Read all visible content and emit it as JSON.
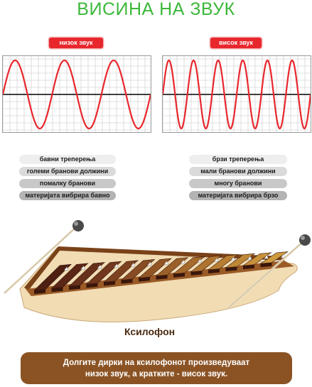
{
  "title": "ВИСИНА НА ЗВУК",
  "low": {
    "label": "низок звук",
    "cycles": 3,
    "properties": [
      "бавни треперења",
      "големи бранови должини",
      "помалку бранови",
      "материјата вибрира бавно"
    ]
  },
  "high": {
    "label": "висок звук",
    "cycles": 6,
    "properties": [
      "брзи треперења",
      "мали бранови должини",
      "многу бранови",
      "материјата вибрира брзо"
    ]
  },
  "xylophone_label": "Ксилофон",
  "caption": {
    "line1": "Долгите дирки на ксилофонот произведуваат",
    "line2": "низок звук, а кратките - висок звук."
  },
  "colors": {
    "title": "#3cb83a",
    "badge": "#e8272d",
    "wave": "#e8272d",
    "caption_bg": "#8b5324"
  }
}
